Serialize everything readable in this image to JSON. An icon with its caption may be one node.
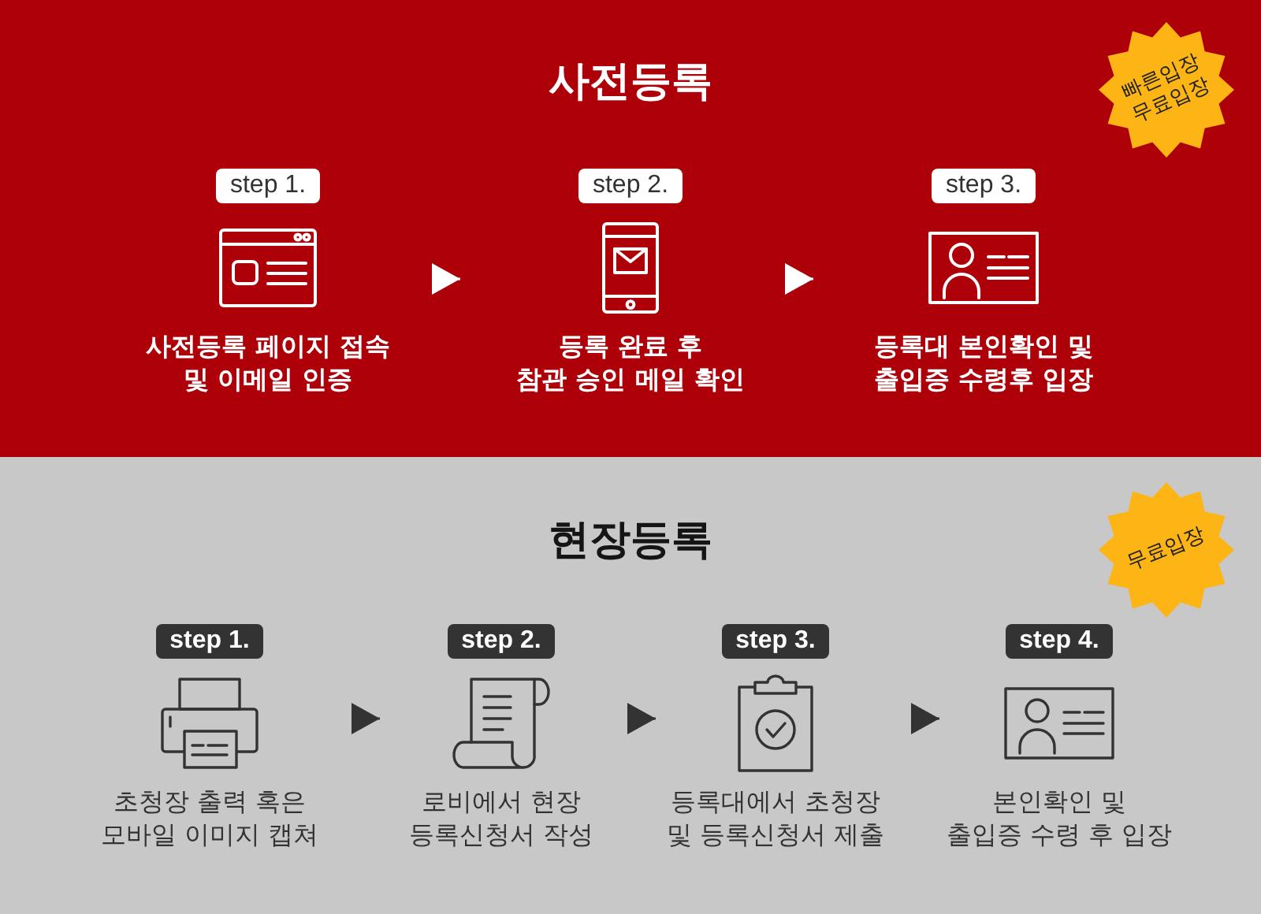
{
  "diagram": {
    "nodes": [
      {
        "text": [
          "사전등록"
        ]
      },
      {
        "text": [
          "빠른입장 무료입장"
        ],
        "in": 0
      },
      {
        "text": [
          "step 1.",
          "사전등록 페이지 접속 및 이메일 인증"
        ],
        "in": 0
      },
      {
        "text": [
          "step 2.",
          "등록 완료 후 참관 승인 메일 확인"
        ],
        "in": 0
      },
      {
        "text": [
          "step 3.",
          "등록대 본인확인 및 출입증 수령후 입장"
        ],
        "in": 0
      },
      {
        "text": [
          "현장등록"
        ]
      },
      {
        "text": [
          "무료입장"
        ],
        "in": 5
      },
      {
        "text": [
          "step 1.",
          "초청장 출력 혹은 모바일 이미지 캡쳐"
        ],
        "in": 5
      },
      {
        "text": [
          "step 2.",
          "로비에서 현장 등록신청서 작성"
        ],
        "in": 5
      },
      {
        "text": [
          "step 3.",
          "등록대에서 초청장 및 등록신청서 제출"
        ],
        "in": 5
      },
      {
        "text": [
          "step 4.",
          "본인확인 및 출입증 수령 후 입장"
        ],
        "in": 5
      }
    ],
    "edges": [
      {
        "from": 2,
        "to": 3,
        "arrow": "to",
        "color": "#ffffff"
      },
      {
        "from": 3,
        "to": 4,
        "arrow": "to",
        "color": "#ffffff"
      },
      {
        "from": 7,
        "to": 8,
        "arrow": "to"
      },
      {
        "from": 8,
        "to": 9,
        "arrow": "to"
      },
      {
        "from": 9,
        "to": 10,
        "arrow": "to"
      }
    ]
  }
}
